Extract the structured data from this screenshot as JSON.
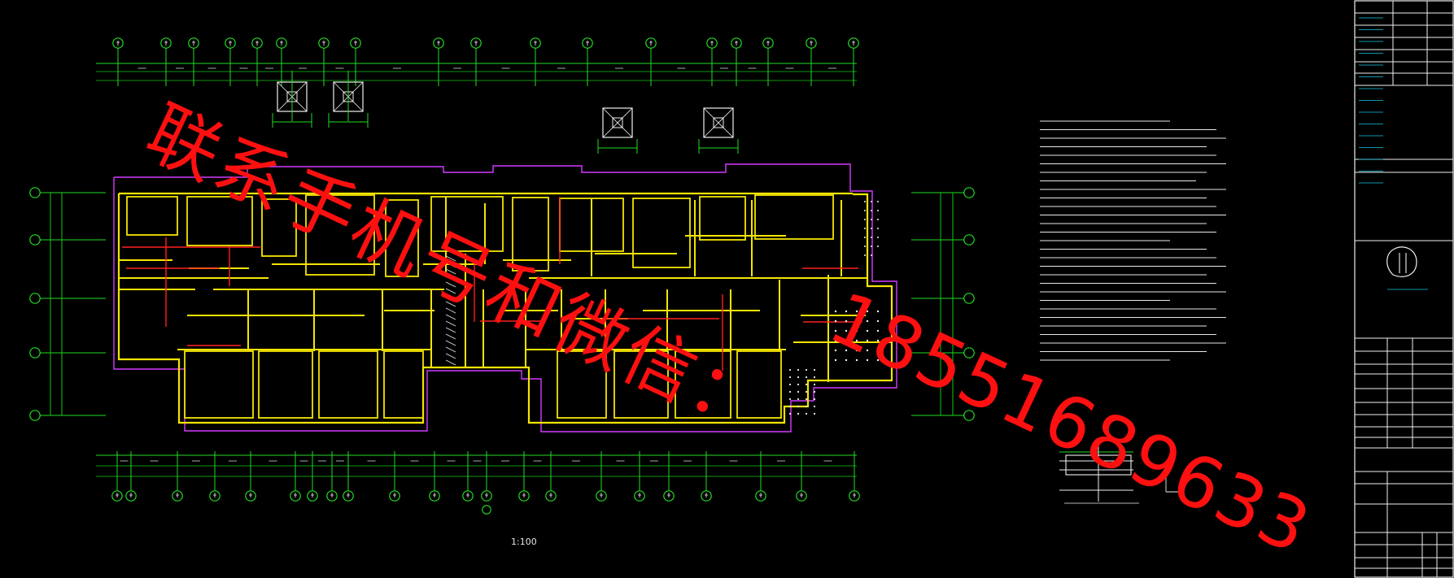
{
  "drawing": {
    "plan_title": "",
    "plan_scale": "1:100",
    "detail_title": "",
    "watermark_line1": "联系手机号和微信：",
    "watermark_line2": "18551689633"
  },
  "colors": {
    "background": "#000000",
    "grid_green": "#22dd22",
    "dimension_green": "#11cc11",
    "wall_yellow": "#f5e500",
    "magenta": "#d43cff",
    "red": "#ff2020",
    "white": "#f0f0f0",
    "cyan": "#17c7e6"
  }
}
